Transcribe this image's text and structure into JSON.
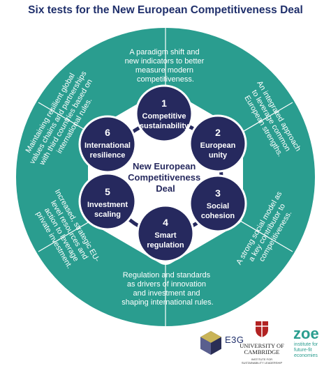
{
  "title": "Six tests for the New European Competitiveness Deal",
  "center": {
    "line1": "New European",
    "line2": "Competitiveness",
    "line3": "Deal"
  },
  "tests": [
    {
      "num": "1",
      "line1": "Competitive",
      "line2": "sustainability"
    },
    {
      "num": "2",
      "line1": "European",
      "line2": "unity"
    },
    {
      "num": "3",
      "line1": "Social",
      "line2": "cohesion"
    },
    {
      "num": "4",
      "line1": "Smart",
      "line2": "regulation"
    },
    {
      "num": "5",
      "line1": "Investment",
      "line2": "scaling"
    },
    {
      "num": "6",
      "line1": "International",
      "line2": "resilience"
    }
  ],
  "descriptions": {
    "d1": [
      "A paradigm shift and",
      "new indicators to better",
      "measure modern",
      "competitiveness."
    ],
    "d2": [
      "An integrated approach",
      "to leverage common",
      "European strengths."
    ],
    "d3": [
      "A strong social model as",
      "a key contributor to",
      "competitiveness."
    ],
    "d4": [
      "Regulation and standards",
      "as drivers of innovation",
      "and investment and",
      "shaping international rules."
    ],
    "d5": [
      "Increased, strategic EU-",
      "level resources and",
      "action to leverage",
      "private investment."
    ],
    "d6": [
      "Maintaining resilient global",
      "values chains and partnerships",
      "with third countries based on",
      "international rules."
    ]
  },
  "logos": {
    "e3g": "E3G",
    "cambridge_line1": "UNIVERSITY OF",
    "cambridge_line2": "CAMBRIDGE",
    "cambridge_sub1": "INSTITUTE FOR",
    "cambridge_sub2": "SUSTAINABILITY LEADERSHIP",
    "zoe": "zoe",
    "zoe_tag1": "institute for",
    "zoe_tag2": "future-fit",
    "zoe_tag3": "economies"
  },
  "colors": {
    "teal": "#2a9d8f",
    "navy": "#26295e",
    "title": "#1f2f6b"
  }
}
